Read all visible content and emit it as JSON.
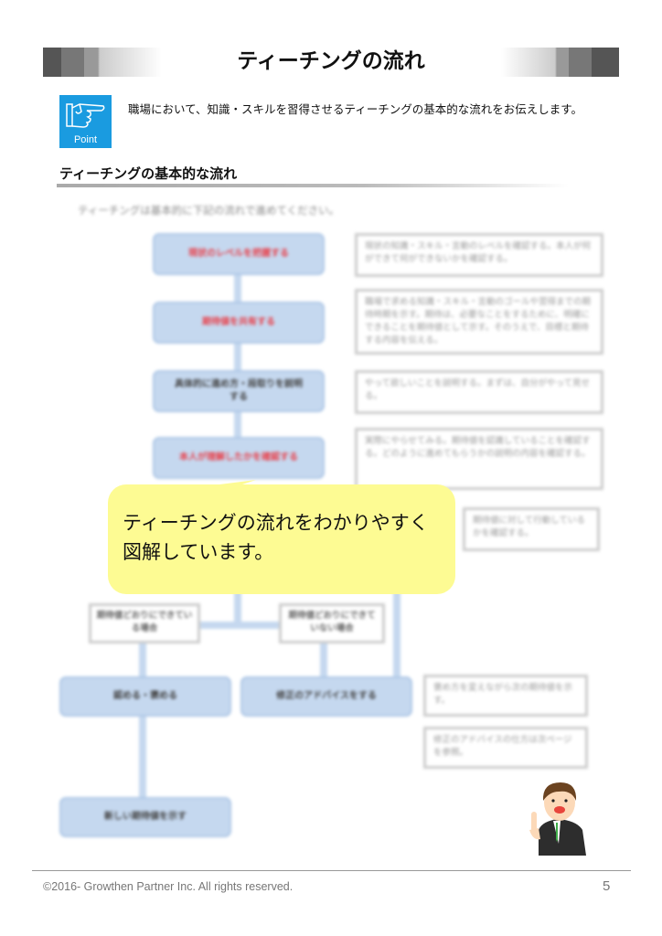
{
  "header": {
    "title": "ティーチングの流れ"
  },
  "point": {
    "label": "Point",
    "intro": "職場において、知識・スキルを習得させるティーチングの基本的な流れをお伝えします。"
  },
  "section": {
    "heading": "ティーチングの基本的な流れ",
    "lead": "ティーチングは基本的に下記の流れで進めてください。"
  },
  "flow": {
    "steps": [
      "現状のレベルを把握する",
      "期待値を共有する",
      "具体的に進め方・段取りを説明する",
      "本人が理解したかを確認する"
    ],
    "notes": [
      "現状の知識・スキル・言動のレベルを確認する。本人が何ができて何ができないかを確認する。",
      "職場で求める知識・スキル・言動のゴールや習得までの期待時期を示す。期待は、必要なことをするために、明確にできることを期待値として示す。そのうえで、目標と期待する内容を伝える。",
      "やって欲しいことを説明する。まずは、自分がやって見せる。",
      "実際にやらせてみる。期待値を認識していることを確認する。どのように進めてもらうかの説明の内容を確認する。",
      "期待値に対して行動しているかを確認する。"
    ],
    "branch_left": "期待値どおりにできている場合",
    "branch_right": "期待値どおりにできていない場合",
    "praise": "認める・褒める",
    "advice": "修正のアドバイスをする",
    "next": "新しい期待値を示す",
    "advice_notes": [
      "褒め方を変えながら次の期待値を示す。",
      "修正のアドバイスの仕方は次ページを参照。"
    ]
  },
  "callout": {
    "text": "ティーチングの流れをわかりやすく図解しています。"
  },
  "footer": {
    "copyright": "©2016- Growthen Partner Inc. All rights reserved.",
    "page": "5"
  }
}
